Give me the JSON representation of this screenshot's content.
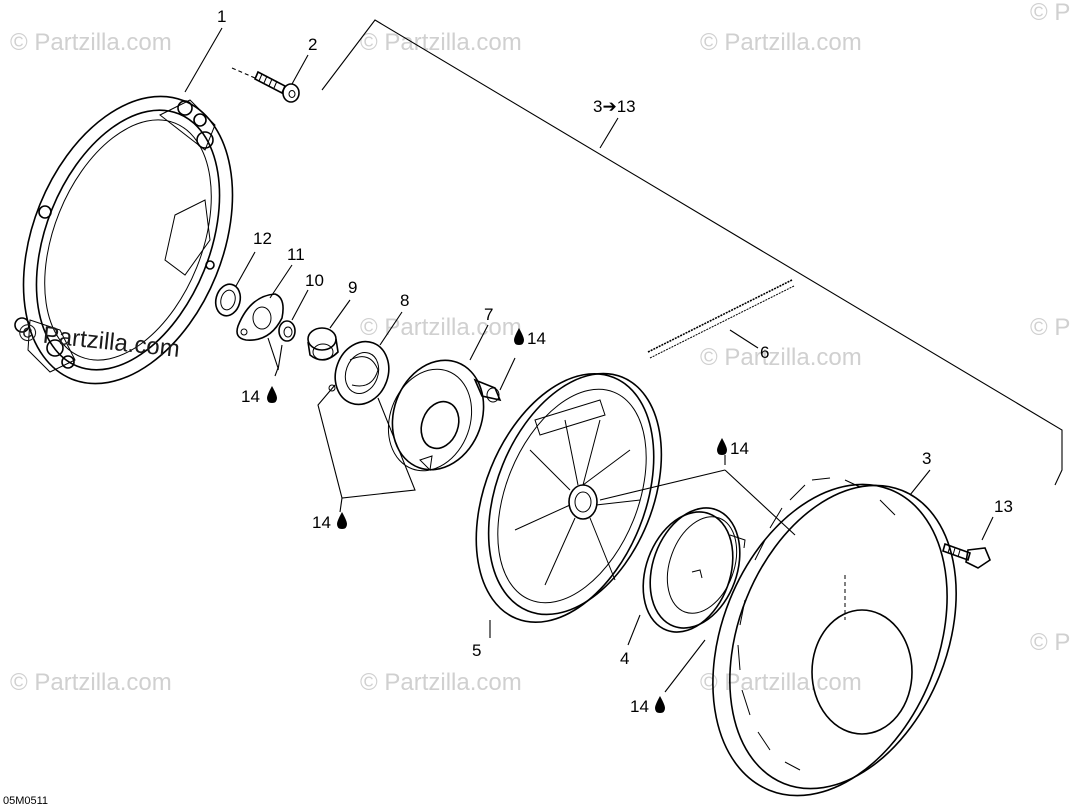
{
  "watermark": {
    "text": "© Partzilla.com",
    "prominent_text": "© Partzilla.com"
  },
  "diagram_code": "05M0511",
  "callouts": {
    "c1": "1",
    "c2": "2",
    "c3_13": "3➔13",
    "c3": "3",
    "c4": "4",
    "c5": "5",
    "c6": "6",
    "c7": "7",
    "c8": "8",
    "c9": "9",
    "c10": "10",
    "c11": "11",
    "c12": "12",
    "c13": "13",
    "lube_a": "14",
    "lube_b": "14",
    "lube_c": "14",
    "lube_d": "14",
    "lube_e": "14"
  },
  "lubricant_icon": "oil-drop-icon"
}
